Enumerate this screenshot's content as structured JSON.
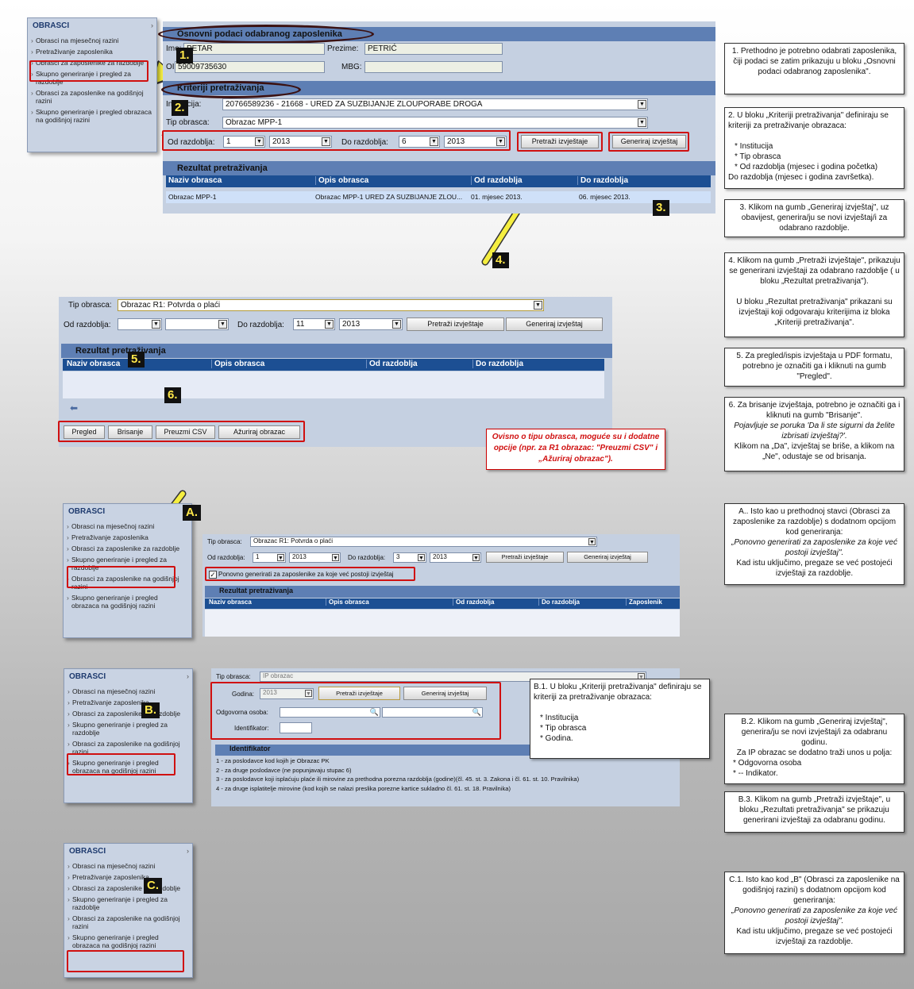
{
  "menu1": {
    "title": "OBRASCI",
    "items": [
      "Obrasci na mjesečnoj razini",
      "Pretraživanje zaposlenika",
      "Obrasci za zaposlenike za razdoblje",
      "Skupno generiranje i pregled za razdoblje",
      "Obrasci za zaposlenike na godišnjoj razini",
      "Skupno generiranje i pregled obrazaca na godišnjoj razini"
    ]
  },
  "s1": {
    "basic_title": "Osnovni podaci odabranog zaposlenika",
    "ime_label": "Ime:",
    "ime_value": "PETAR",
    "prezime_label": "Prezime:",
    "prezime_value": "PETRIĆ",
    "oib_label": "OIB:",
    "oib_value": "59009735630",
    "mbg_label": "MBG:",
    "mbg_value": "",
    "criteria_title": "Kriteriji pretraživanja",
    "institucija_label": "Institucija:",
    "institucija_value": "20766589236 - 21668 - URED ZA SUZBIJANJE ZLOUPORABE DROGA",
    "tip_label": "Tip obrasca:",
    "tip_value": "Obrazac MPP-1",
    "od_label": "Od razdoblja:",
    "od_month": "1",
    "od_year": "2013",
    "do_label": "Do razdoblja:",
    "do_month": "6",
    "do_year": "2013",
    "btn_search": "Pretraži izvještaje",
    "btn_generate": "Generiraj izvještaj",
    "result_title": "Rezultat pretraživanja",
    "columns": [
      "Naziv obrasca",
      "Opis obrasca",
      "Od razdoblja",
      "Do razdoblja"
    ],
    "row": [
      "Obrazac MPP-1",
      "Obrazac MPP-1 URED ZA SUZBIJANJE ZLOU...",
      "01. mjesec 2013.",
      "06. mjesec 2013."
    ]
  },
  "s2": {
    "tip_label": "Tip obrasca:",
    "tip_value": "Obrazac R1: Potvrda o plaći",
    "od_label": "Od razdoblja:",
    "do_label": "Do razdoblja:",
    "do_month": "11",
    "do_year": "2013",
    "btn_search": "Pretraži izvještaje",
    "btn_generate": "Generiraj izvještaj",
    "result_title": "Rezultat pretraživanja",
    "columns": [
      "Naziv obrasca",
      "Opis obrasca",
      "Od razdoblja",
      "Do razdoblja"
    ],
    "buttons": [
      "Pregled",
      "Brisanje",
      "Preuzmi CSV",
      "Ažuriraj obrazac"
    ],
    "red_note": "Ovisno o tipu obrasca, moguće su i dodatne opcije (npr. za R1 obrazac: \"Preuzmi CSV\" i „Ažuriraj obrazac\")."
  },
  "s3": {
    "tip_label": "Tip obrasca:",
    "tip_value": "Obrazac R1: Potvrda o plaći",
    "od_label": "Od razdoblja:",
    "od_month": "1",
    "od_year": "2013",
    "do_label": "Do razdoblja:",
    "do_month": "3",
    "do_year": "2013",
    "btn_search": "Pretraži izvještaje",
    "btn_generate": "Generiraj izvještaj",
    "checkbox_label": "Ponovno generirati za zaposlenike za koje već postoji izvještaj",
    "result_title": "Rezultat pretraživanja",
    "columns": [
      "Naziv obrasca",
      "Opis obrasca",
      "Od razdoblja",
      "Do razdoblja",
      "Zaposlenik"
    ]
  },
  "s4": {
    "tip_label": "Tip obrasca:",
    "tip_value": "IP obrazac",
    "godina_label": "Godina:",
    "godina_value": "2013",
    "btn_search": "Pretraži izvještaje",
    "btn_generate": "Generiraj izvještaj",
    "osoba_label": "Odgovorna osoba:",
    "ident_label": "Identifikator:",
    "ident_title": "Identifikator",
    "ident_items": [
      "1 - za poslodavce kod kojih je Obrazac PK",
      "2 - za druge poslodavce (ne popunjavaju stupac 6)",
      "3 - za poslodavce koji isplaćuju plaće ili mirovine za prethodna porezna razdoblja (godine)(čl. 45. st. 3. Zakona i čl. 61. st. 10. Pravilnika)",
      "4 - za druge isplatitelje mirovine (kod kojih se nalazi preslika porezne kartice sukladno čl. 61. st. 18. Pravilnika)"
    ]
  },
  "steps": [
    "1.",
    "2.",
    "3.",
    "4.",
    "5.",
    "6.",
    "A.",
    "B.",
    "C."
  ],
  "notes": {
    "n1": "1. Prethodno je potrebno odabrati zaposlenika, čiji podaci se zatim prikazuju u bloku „Osnovni podaci odabranog zaposlenika\".",
    "n2_head": "2. U bloku „Kriteriji pretraživanja\" definiraju se kriteriji za pretraživanje obrazaca:",
    "n2_items": [
      "* Institucija",
      "* Tip obrasca",
      "* Od razdoblja (mjesec i godina početka)"
    ],
    "n2_tail": "Do razdoblja (mjesec i godina završetka).",
    "n3": "3. Klikom na gumb „Generiraj izvještaj\", uz obavijest, generira/ju se novi izvještaj/i za odabrano razdoblje.",
    "n4a": "4. Klikom na gumb „Pretraži izvještaje\", prikazuju se generirani izvještaji za odabrano razdoblje ( u bloku „Rezultat pretraživanja\").",
    "n4b": "U bloku „Rezultat pretraživanja\" prikazani su izvještaji koji odgovaraju kriterijima iz bloka „Kriteriji pretraživanja\".",
    "n5": "5. Za pregled/ispis izvještaja u PDF formatu, potrebno je označiti ga i kliknuti na gumb \"Pregled\".",
    "n6a": "6. Za brisanje izvještaja, potrebno je označiti ga i kliknuti na gumb \"Brisanje\".",
    "n6b": "Pojavljuje se poruka 'Da li ste sigurni da želite izbrisati izvještaj?'.",
    "n6c": "Klikom na „Da\", izvještaj se briše, a klikom na „Ne\", odustaje se od brisanja.",
    "nA_head": "A.. Isto kao u prethodnoj stavci (Obrasci za zaposlenike za razdoblje) s dodatnom opcijom kod generiranja:",
    "nA_italic": "„Ponovno generirati za zaposlenike za koje već postoji izvještaj\".",
    "nA_tail": "Kad istu uključimo, pregaze se već postojeći izvještaji za razdoblje.",
    "nB1_head": "B.1. U bloku „Kriteriji pretraživanja\" definiraju se kriteriji za pretraživanje obrazaca:",
    "nB1_items": [
      "* Institucija",
      "* Tip obrasca",
      "* Godina."
    ],
    "nB2a": "B.2. Klikom na gumb „Generiraj izvještaj\", generira/ju se novi izvještaj/i za odabranu godinu.",
    "nB2b": "Za IP obrazac se dodatno traži unos u polja:",
    "nB2_items": [
      "* Odgovorna osoba",
      "* -- Indikator."
    ],
    "nB3": "B.3. Klikom na gumb „Pretraži izvještaje\", u bloku „Rezultati pretraživanja\" se prikazuju generirani izvještaji za odabranu godinu.",
    "nC_head": "C.1. Isto kao kod „B\" (Obrasci za zaposlenike na godišnjoj razini) s dodatnom opcijom kod generiranja:",
    "nC_italic": "„Ponovno generirati za zaposlenike za koje već postoji izvještaj\".",
    "nC_tail": "Kad istu uključimo, pregaze se već postojeći izvještaji za razdoblje."
  }
}
